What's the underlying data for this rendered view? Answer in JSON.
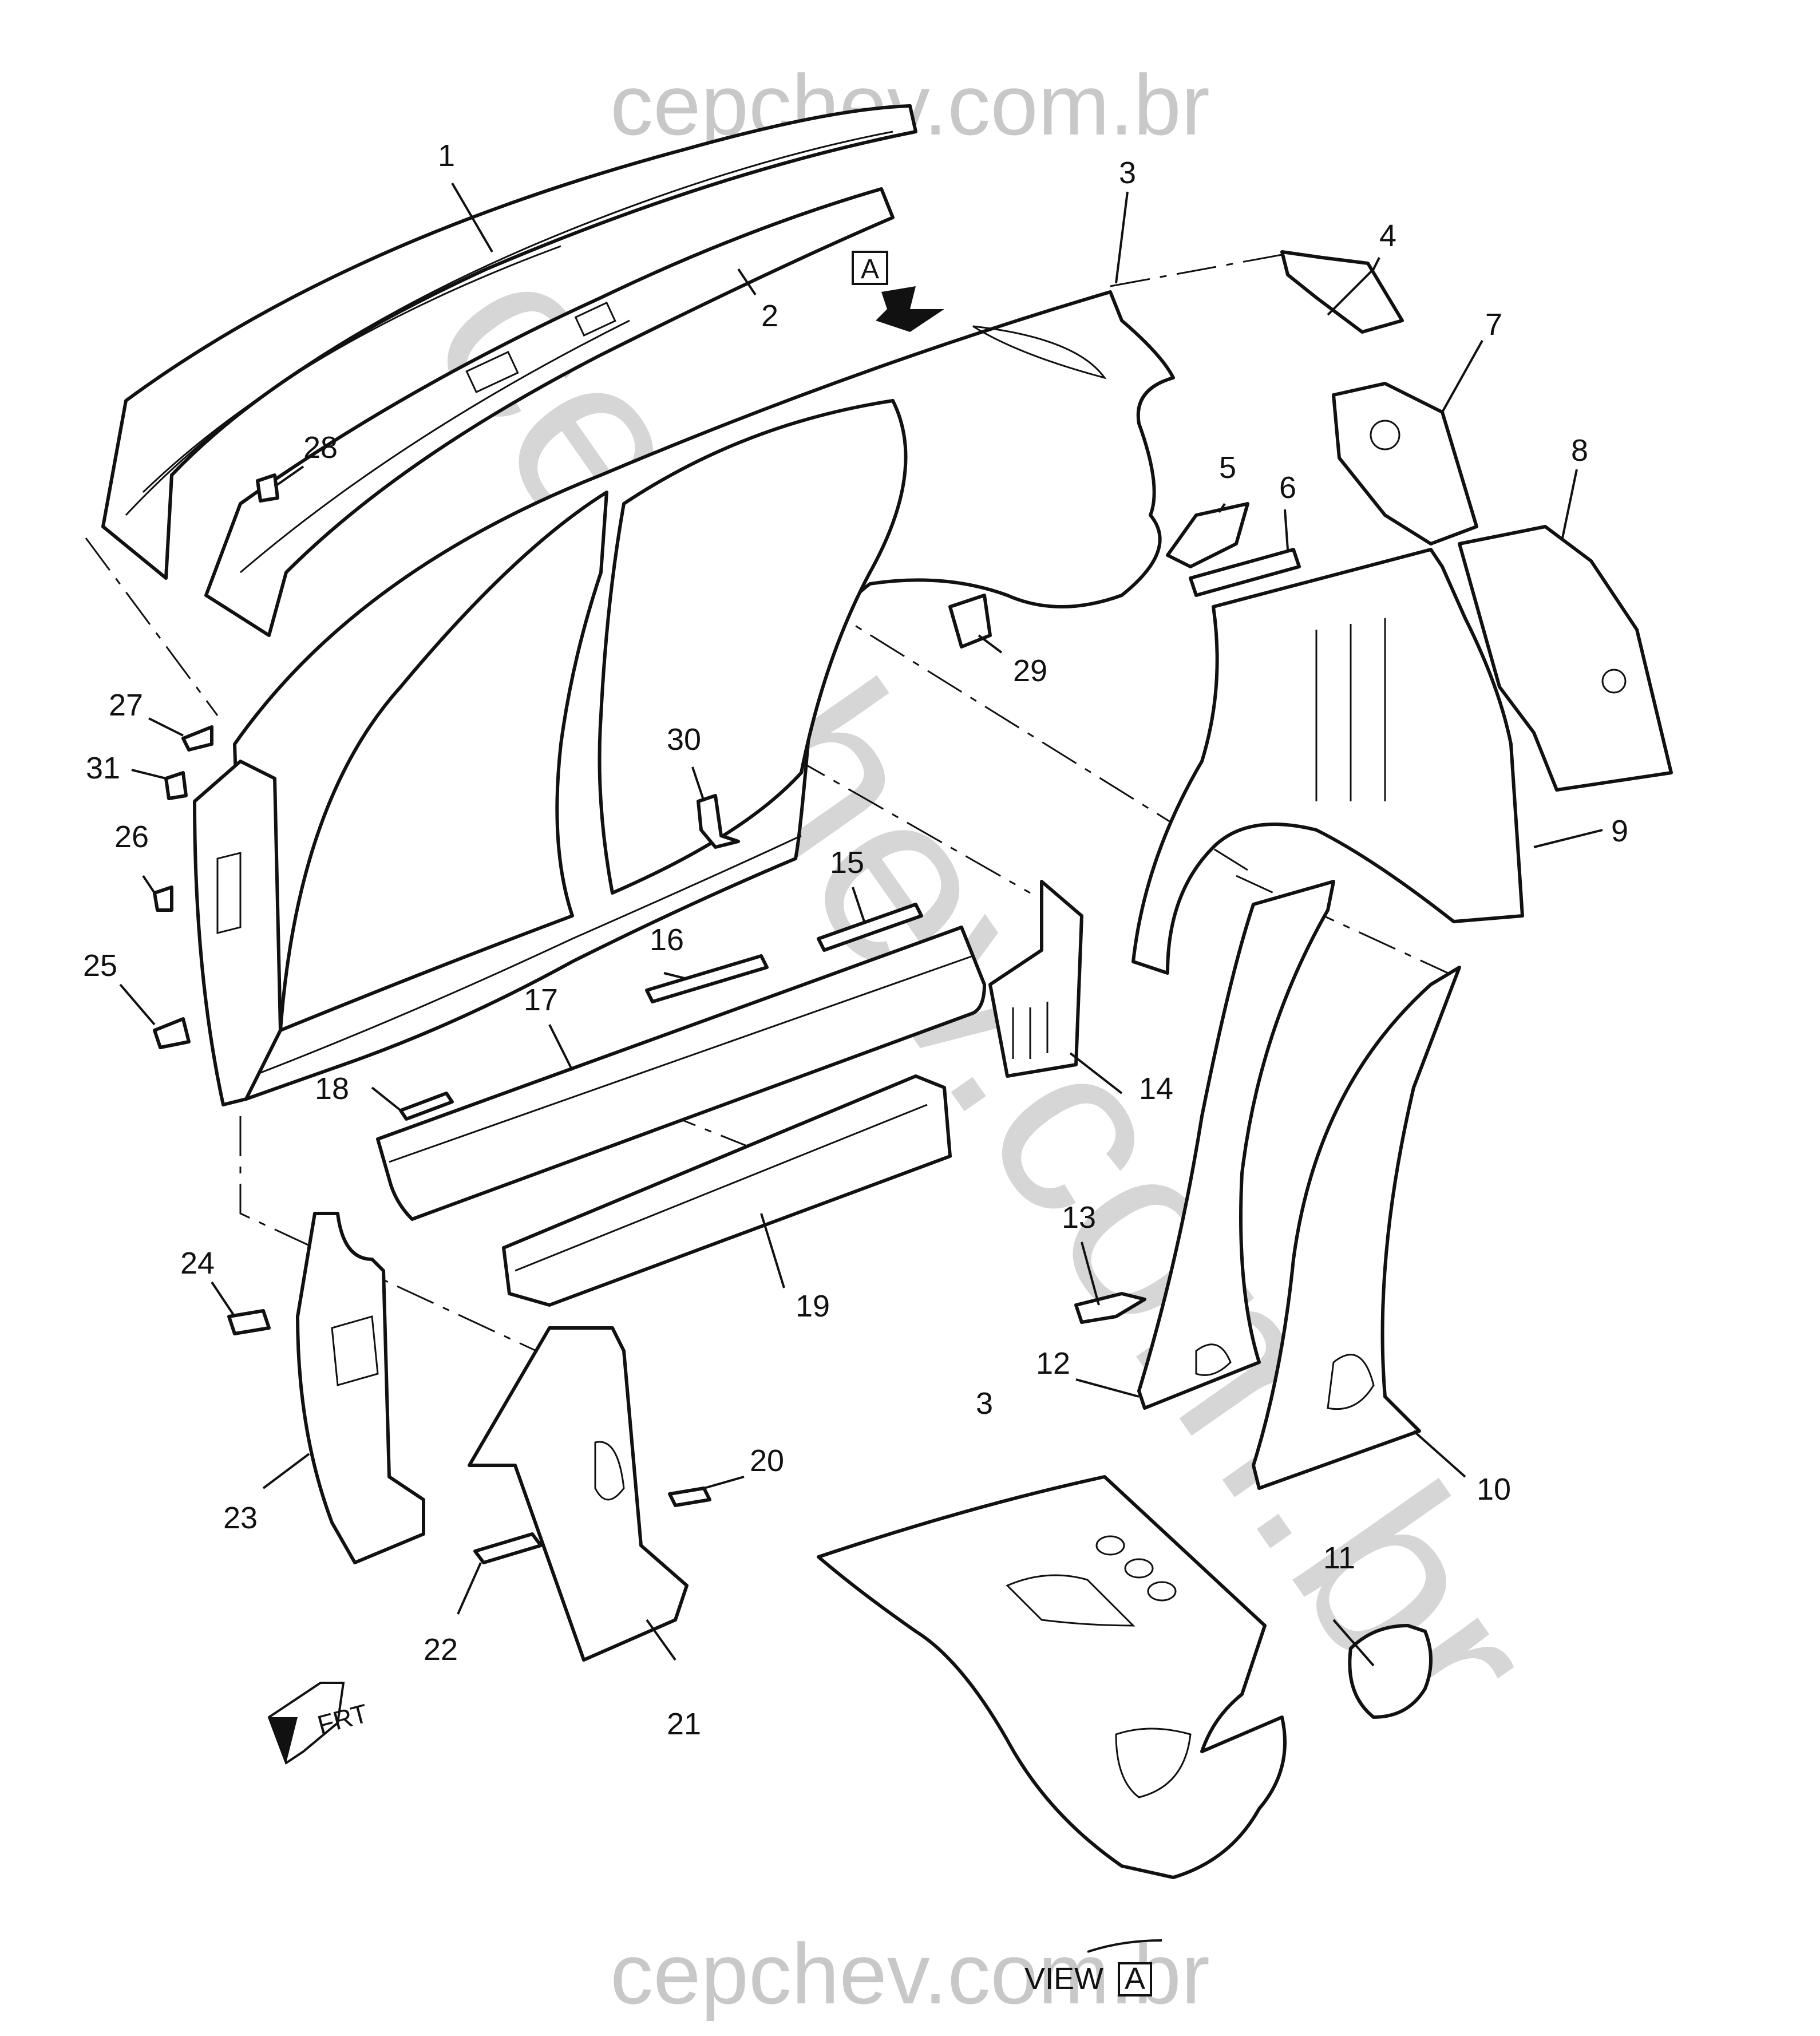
{
  "watermark": {
    "top": "cepchev.com.br",
    "bottom": "cepchev.com.br",
    "diagonal": "cepchev.com.br"
  },
  "view_marker": {
    "letter": "A",
    "caption": "VIEW"
  },
  "direction_marker": {
    "label": "FRT"
  },
  "callouts": {
    "c1": "1",
    "c2": "2",
    "c3": "3",
    "c3b": "3",
    "c4": "4",
    "c5": "5",
    "c6": "6",
    "c7": "7",
    "c8": "8",
    "c9": "9",
    "c10": "10",
    "c11": "11",
    "c12": "12",
    "c13": "13",
    "c14": "14",
    "c15": "15",
    "c16": "16",
    "c17": "17",
    "c18": "18",
    "c19": "19",
    "c20": "20",
    "c21": "21",
    "c22": "22",
    "c23": "23",
    "c24": "24",
    "c25": "25",
    "c26": "26",
    "c27": "27",
    "c28": "28",
    "c29": "29",
    "c30": "30",
    "c31": "31"
  }
}
